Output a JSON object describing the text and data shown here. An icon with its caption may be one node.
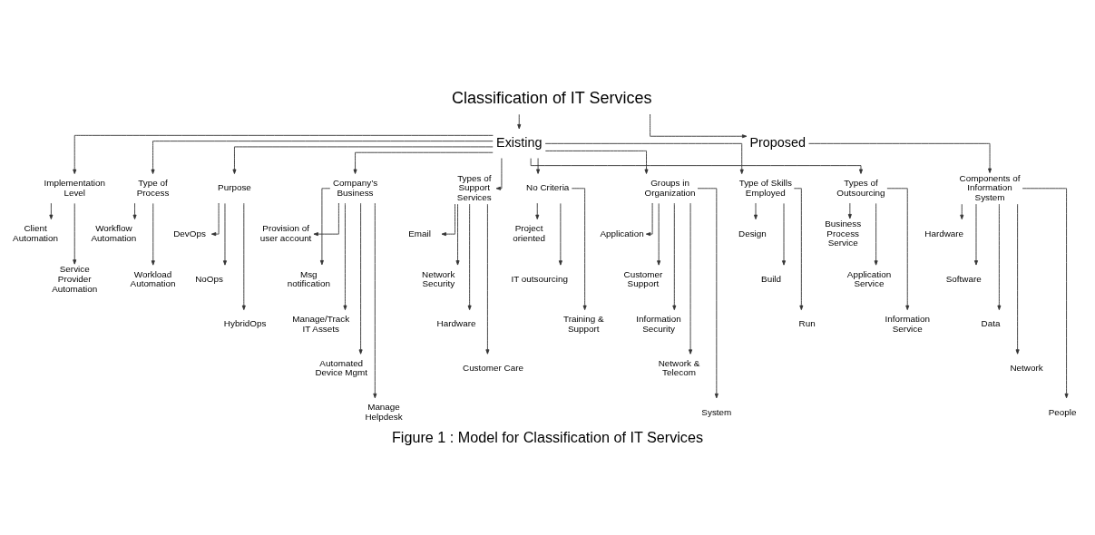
{
  "diagram": {
    "caption": "Figure 1 : Model for Classification of IT Services",
    "nodes": [
      {
        "text": [
          "Classification of IT Services"
        ]
      },
      {
        "text": [
          "Existing"
        ]
      },
      {
        "text": [
          "Proposed"
        ]
      },
      {
        "text": [
          "Implementation Level"
        ]
      },
      {
        "text": [
          "Type of Process"
        ]
      },
      {
        "text": [
          "Purpose"
        ]
      },
      {
        "text": [
          "Company’s Business"
        ]
      },
      {
        "text": [
          "Types of Support Services"
        ]
      },
      {
        "text": [
          "No Criteria"
        ]
      },
      {
        "text": [
          "Groups in Organization"
        ]
      },
      {
        "text": [
          "Type of Skills Employed"
        ]
      },
      {
        "text": [
          "Types of Outsourcing"
        ]
      },
      {
        "text": [
          "Components of Information System"
        ]
      },
      {
        "text": [
          "Client Automation"
        ]
      },
      {
        "text": [
          "Service Provider Automation"
        ]
      },
      {
        "text": [
          "Workflow Automation"
        ]
      },
      {
        "text": [
          "Workload Automation"
        ]
      },
      {
        "text": [
          "DevOps"
        ]
      },
      {
        "text": [
          "NoOps"
        ]
      },
      {
        "text": [
          "HybridOps"
        ]
      },
      {
        "text": [
          "Provision of user account"
        ]
      },
      {
        "text": [
          "Msg notification"
        ]
      },
      {
        "text": [
          "Manage/Track IT Assets"
        ]
      },
      {
        "text": [
          "Automated Device Mgmt"
        ]
      },
      {
        "text": [
          "Manage Helpdesk"
        ]
      },
      {
        "text": [
          "Email"
        ]
      },
      {
        "text": [
          "Network Security"
        ]
      },
      {
        "text": [
          "Hardware"
        ]
      },
      {
        "text": [
          "Customer Care"
        ]
      },
      {
        "text": [
          "Project oriented"
        ]
      },
      {
        "text": [
          "IT outsourcing"
        ]
      },
      {
        "text": [
          "Training & Support"
        ]
      },
      {
        "text": [
          "Application"
        ]
      },
      {
        "text": [
          "Customer Support"
        ]
      },
      {
        "text": [
          "Information Security"
        ]
      },
      {
        "text": [
          "Network & Telecom"
        ]
      },
      {
        "text": [
          "System"
        ]
      },
      {
        "text": [
          "Design"
        ]
      },
      {
        "text": [
          "Build"
        ]
      },
      {
        "text": [
          "Run"
        ]
      },
      {
        "text": [
          "Business Process Service"
        ]
      },
      {
        "text": [
          "Application Service"
        ]
      },
      {
        "text": [
          "Information Service"
        ]
      },
      {
        "text": [
          "Hardware"
        ]
      },
      {
        "text": [
          "Software"
        ]
      },
      {
        "text": [
          "Data"
        ]
      },
      {
        "text": [
          "Network"
        ]
      },
      {
        "text": [
          "People"
        ]
      }
    ],
    "edges": [
      {
        "from": 0,
        "to": 1,
        "arrow": "to"
      },
      {
        "from": 0,
        "to": 2,
        "arrow": "to"
      },
      {
        "from": 1,
        "to": 3,
        "arrow": "to"
      },
      {
        "from": 1,
        "to": 4,
        "arrow": "to"
      },
      {
        "from": 1,
        "to": 5,
        "arrow": "to"
      },
      {
        "from": 1,
        "to": 6,
        "arrow": "to"
      },
      {
        "from": 1,
        "to": 7,
        "arrow": "to"
      },
      {
        "from": 1,
        "to": 8,
        "arrow": "to"
      },
      {
        "from": 1,
        "to": 9,
        "arrow": "to"
      },
      {
        "from": 1,
        "to": 10,
        "arrow": "to"
      },
      {
        "from": 1,
        "to": 11,
        "arrow": "to"
      },
      {
        "from": 2,
        "to": 12,
        "arrow": "to"
      },
      {
        "from": 3,
        "to": 13,
        "arrow": "to"
      },
      {
        "from": 3,
        "to": 14,
        "arrow": "to"
      },
      {
        "from": 4,
        "to": 15,
        "arrow": "to"
      },
      {
        "from": 4,
        "to": 16,
        "arrow": "to"
      },
      {
        "from": 5,
        "to": 17,
        "arrow": "to"
      },
      {
        "from": 5,
        "to": 18,
        "arrow": "to"
      },
      {
        "from": 5,
        "to": 19,
        "arrow": "to"
      },
      {
        "from": 6,
        "to": 20,
        "arrow": "to"
      },
      {
        "from": 6,
        "to": 21,
        "arrow": "to"
      },
      {
        "from": 6,
        "to": 22,
        "arrow": "to"
      },
      {
        "from": 6,
        "to": 23,
        "arrow": "to"
      },
      {
        "from": 6,
        "to": 24,
        "arrow": "to"
      },
      {
        "from": 7,
        "to": 25,
        "arrow": "to"
      },
      {
        "from": 7,
        "to": 26,
        "arrow": "to"
      },
      {
        "from": 7,
        "to": 27,
        "arrow": "to"
      },
      {
        "from": 7,
        "to": 28,
        "arrow": "to"
      },
      {
        "from": 8,
        "to": 29,
        "arrow": "to"
      },
      {
        "from": 8,
        "to": 30,
        "arrow": "to"
      },
      {
        "from": 8,
        "to": 31,
        "arrow": "to"
      },
      {
        "from": 9,
        "to": 32,
        "arrow": "to"
      },
      {
        "from": 9,
        "to": 33,
        "arrow": "to"
      },
      {
        "from": 9,
        "to": 34,
        "arrow": "to"
      },
      {
        "from": 9,
        "to": 35,
        "arrow": "to"
      },
      {
        "from": 9,
        "to": 36,
        "arrow": "to"
      },
      {
        "from": 10,
        "to": 37,
        "arrow": "to"
      },
      {
        "from": 10,
        "to": 38,
        "arrow": "to"
      },
      {
        "from": 10,
        "to": 39,
        "arrow": "to"
      },
      {
        "from": 11,
        "to": 40,
        "arrow": "to"
      },
      {
        "from": 11,
        "to": 41,
        "arrow": "to"
      },
      {
        "from": 11,
        "to": 42,
        "arrow": "to"
      },
      {
        "from": 12,
        "to": 43,
        "arrow": "to"
      },
      {
        "from": 12,
        "to": 44,
        "arrow": "to"
      },
      {
        "from": 12,
        "to": 45,
        "arrow": "to"
      },
      {
        "from": 12,
        "to": 46,
        "arrow": "to"
      },
      {
        "from": 12,
        "to": 47,
        "arrow": "to"
      }
    ]
  }
}
